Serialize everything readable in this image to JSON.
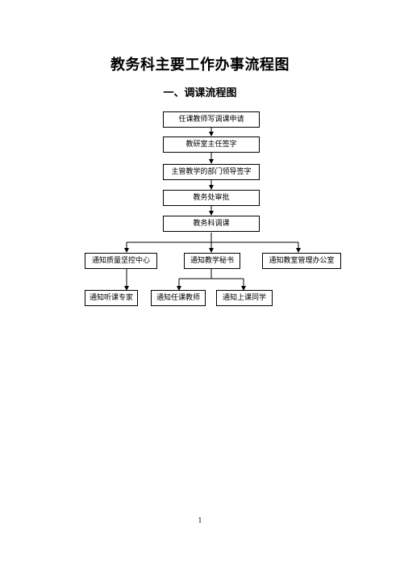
{
  "document": {
    "title": "教务科主要工作办事流程图",
    "subtitle": "一、调课流程图",
    "page_number": "1"
  },
  "flowchart": {
    "steps": [
      "任课教师写调课申请",
      "教研室主任签字",
      "主管教学的部门领导签字",
      "教务处审批",
      "教务科调课"
    ],
    "notify_level1": [
      "通知质量坚控中心",
      "通知教学秘书",
      "通知教室管理办公室"
    ],
    "notify_level2": [
      "通知听课专家",
      "通知任课教师",
      "通知上课同学"
    ]
  },
  "colors": {
    "line": "#000000",
    "box_border": "#000000",
    "background": "#ffffff"
  }
}
